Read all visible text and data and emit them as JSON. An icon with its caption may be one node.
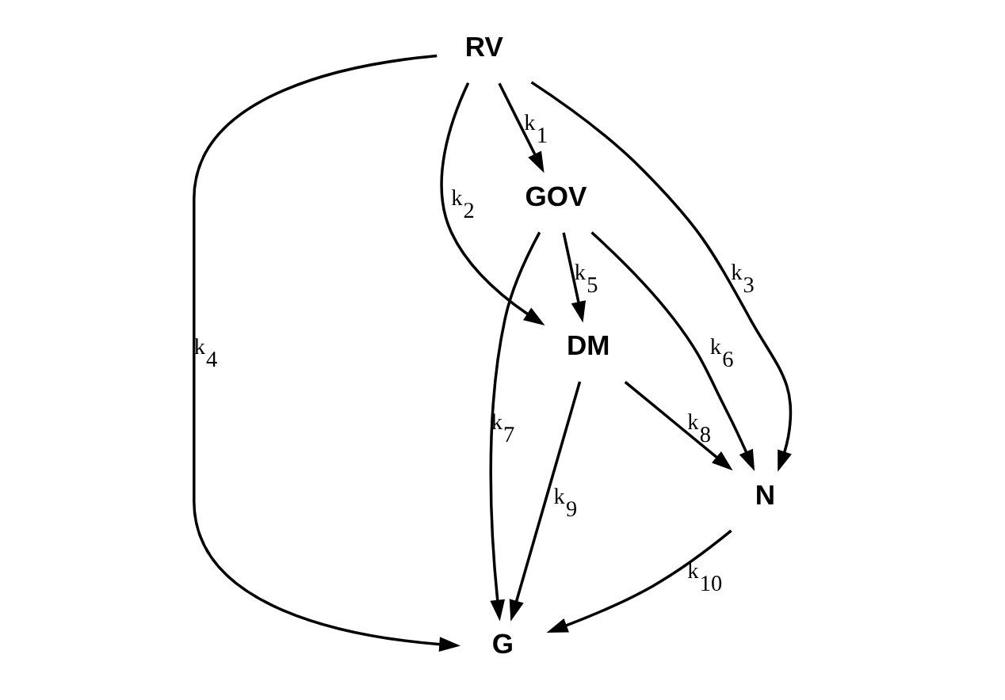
{
  "diagram": {
    "nodes": [
      {
        "text": [
          "RV"
        ]
      },
      {
        "text": [
          "GOV"
        ]
      },
      {
        "text": [
          "DM"
        ]
      },
      {
        "text": [
          "N"
        ]
      },
      {
        "text": [
          "G"
        ]
      }
    ],
    "edges": [
      {
        "from": 0,
        "to": 1,
        "arrow": "to",
        "label": "k$_{1}$"
      },
      {
        "from": 0,
        "to": 2,
        "arrow": "to",
        "label": "k$_{2}$"
      },
      {
        "from": 0,
        "to": 3,
        "arrow": "to",
        "label": "k$_{3}$"
      },
      {
        "from": 0,
        "to": 4,
        "arrow": "to",
        "label": "k$_{4}$"
      },
      {
        "from": 1,
        "to": 2,
        "arrow": "to",
        "label": "k$_{5}$"
      },
      {
        "from": 1,
        "to": 3,
        "arrow": "to",
        "label": "k$_{6}$"
      },
      {
        "from": 1,
        "to": 4,
        "arrow": "to",
        "label": "k$_{7}$"
      },
      {
        "from": 2,
        "to": 3,
        "arrow": "to",
        "label": "k$_{8}$"
      },
      {
        "from": 2,
        "to": 4,
        "arrow": "to",
        "label": "k$_{9}$"
      },
      {
        "from": 3,
        "to": 4,
        "arrow": "to",
        "label": "k$_{10}$"
      }
    ]
  }
}
